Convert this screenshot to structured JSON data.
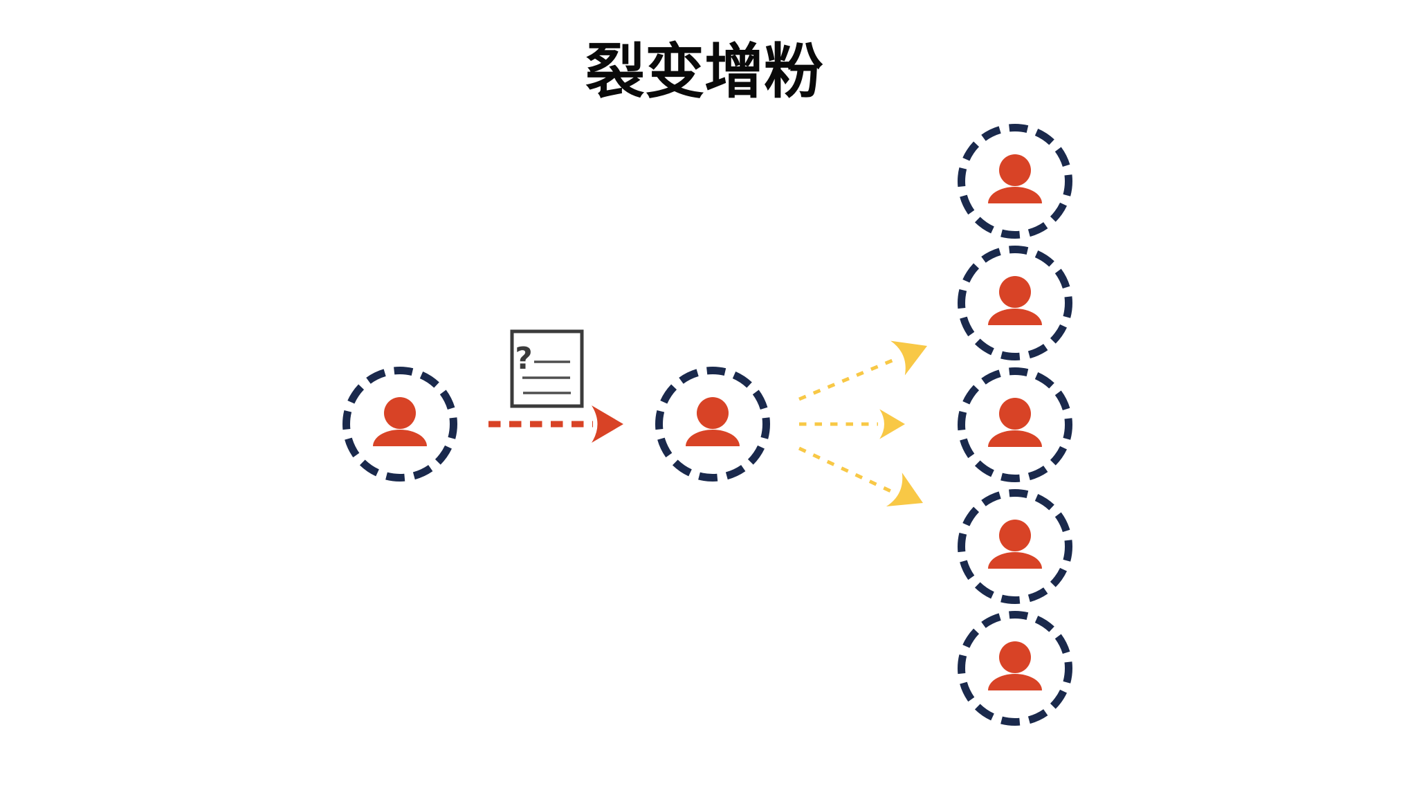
{
  "title": "裂变增粉",
  "document_icon": {
    "question_mark": "?"
  },
  "colors": {
    "background": "#FFFFFF",
    "title": "#0A0A0A",
    "person": "#D84326",
    "node_ring": "#1A294C",
    "share_arrow": "#D84326",
    "fission_arrow": "#F8C846",
    "document_border": "#3B3B3B",
    "document_line": "#4F4F4F",
    "question_mark": "#3B3B3B"
  },
  "icons": {
    "person": "user-silhouette-icon",
    "document": "question-document-icon",
    "share_arrow": "red-dashed-arrow-right",
    "fission_arrow": "yellow-dashed-arrow"
  },
  "diagram": {
    "type": "fission-growth-flow",
    "seed_user_count": 1,
    "sharer_count": 1,
    "new_fan_count": 5,
    "fission_branch_count": 3
  }
}
